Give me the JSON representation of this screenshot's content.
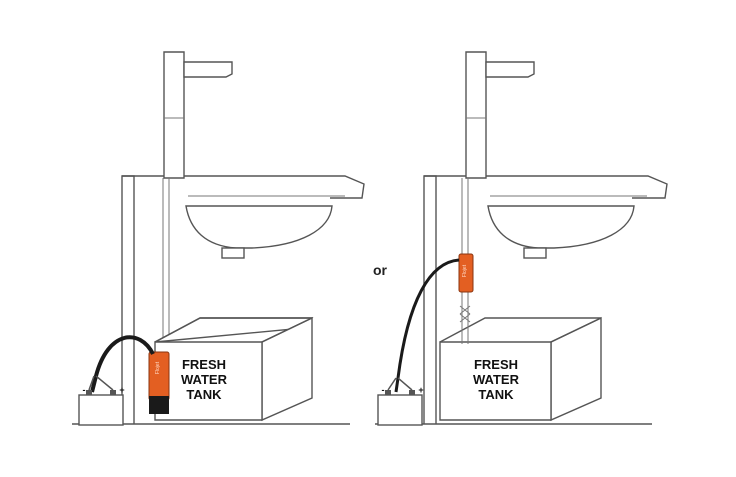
{
  "separator_label": "or",
  "left_panel": {
    "tank_label": [
      "FRESH",
      "WATER",
      "TANK"
    ],
    "battery": {
      "neg": "-",
      "pos": "+"
    },
    "pump_marking": "Flojet"
  },
  "right_panel": {
    "tank_label": [
      "FRESH",
      "WATER",
      "TANK"
    ],
    "battery": {
      "neg": "-",
      "pos": "+"
    },
    "pump_marking": "Flojet"
  },
  "colors": {
    "pump": "#e35f22",
    "cable": "#1a1a1a",
    "outline": "#555555"
  }
}
